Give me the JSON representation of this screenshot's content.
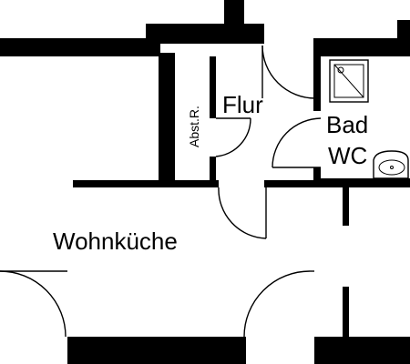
{
  "rooms": {
    "flur": "Flur",
    "bad": "Bad",
    "wc": "WC",
    "abstellraum": "Abst.R.",
    "wohnkueche": "Wohnküche"
  },
  "fixtures": {
    "shower": "shower-tray-icon",
    "washbasin": "washbasin-icon"
  },
  "colors": {
    "wall": "#000000",
    "background": "#ffffff"
  }
}
